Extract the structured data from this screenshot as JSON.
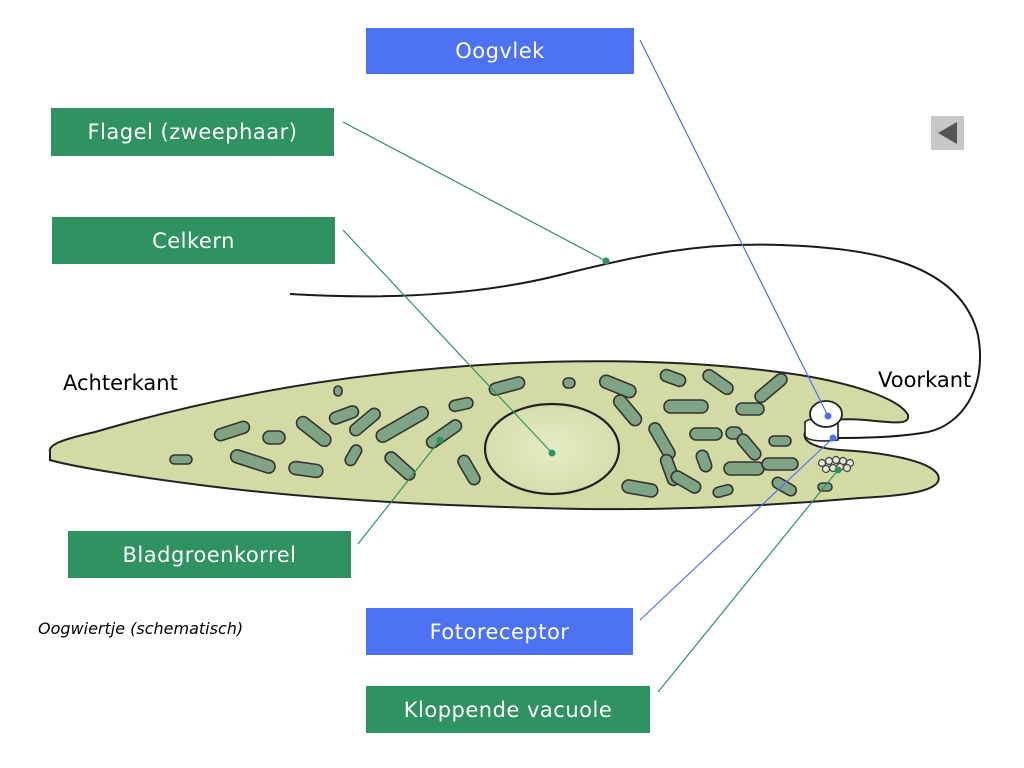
{
  "labels": {
    "oogvlek": "Oogvlek",
    "flagel": "Flagel (zweephaar)",
    "celkern": "Celkern",
    "bladgroenkorrel": "Bladgroenkorrel",
    "fotoreceptor": "Fotoreceptor",
    "kloppende_vacuole": "Kloppende vacuole"
  },
  "annotations": {
    "achterkant": "Achterkant",
    "voorkant": "Voorkant",
    "caption": "Oogwiertje (schematisch)"
  },
  "navigation": {
    "back_icon": "triangle-left-icon"
  },
  "colors": {
    "green_label": "#2e9261",
    "blue_label": "#4d72f4",
    "cell_body": "#d3daa4",
    "chloroplast": "#7fa385",
    "outline": "#222222",
    "back_button": "#c7c7c7",
    "back_arrow": "#555555"
  }
}
